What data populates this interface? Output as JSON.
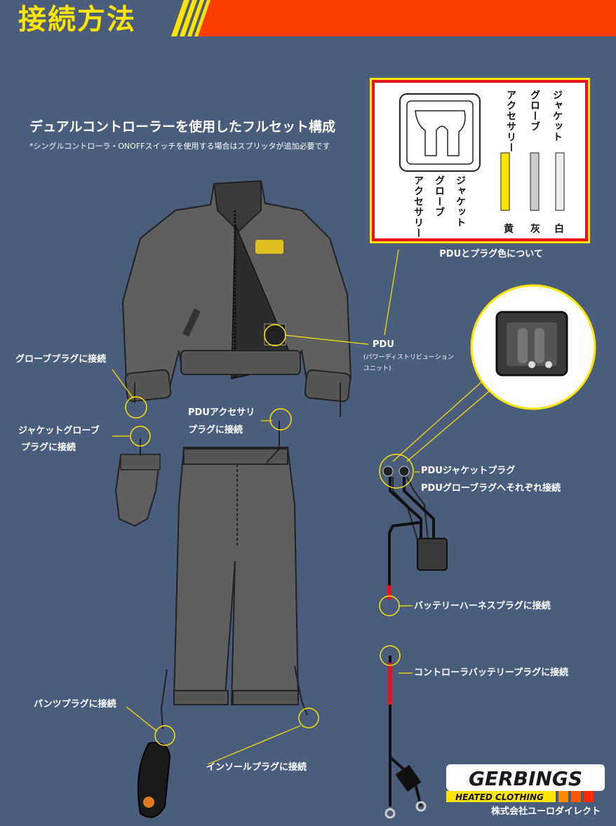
{
  "header": {
    "title": "接続方法"
  },
  "intro": {
    "subtitle": "デュアルコントローラーを使用したフルセット構成",
    "note": "*シングルコントローラ・ONOFFスイッチを使用する場合はスプリッタが追加必要です"
  },
  "pdu_panel": {
    "caption": "PDUとプラグ色について",
    "socket_labels": [
      "ジャケット",
      "グローブ",
      "アクセサリー"
    ],
    "plug_labels": [
      "ジャケット",
      "グローブ",
      "アクセサリー"
    ],
    "plug_colors": [
      "白",
      "灰",
      "黄"
    ],
    "colors": {
      "jacket": "#ffffff",
      "glove": "#9a9a9a",
      "accessory": "#ffe400"
    }
  },
  "callouts": {
    "glove_plug": "グローブプラグに接続",
    "jacket_glove_1": "ジャケットグローブ",
    "jacket_glove_2": "プラグに接続",
    "pdu_acc_1": "PDUアクセサリ",
    "pdu_acc_2": "プラグに接続",
    "pdu": "PDU",
    "pdu_sub_1": "(パワーディストリビューション",
    "pdu_sub_2": "ユニット)",
    "pdu_jacket_1": "PDUジャケットプラグ",
    "pdu_jacket_2": "PDUグローブラグへそれぞれ接続",
    "battery_harness": "バッテリーハーネスプラグに接続",
    "controller_battery": "コントローラバッテリープラグに接続",
    "pants_plug": "パンツプラグに接続",
    "insole_plug": "インソールプラグに接続"
  },
  "brand": {
    "logo": "GERBINGS",
    "tagline": "HEATED CLOTHING",
    "company": "株式会社ユーロダイレクト"
  },
  "theme": {
    "accent": "#ffe400",
    "header_red": "#ff3d00",
    "background": "#4a5d7c",
    "garment": "#5f5f5f"
  }
}
